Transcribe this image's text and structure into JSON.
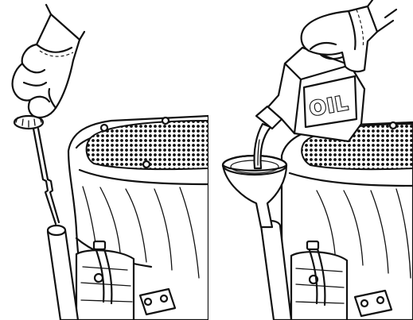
{
  "panels": [
    {
      "id": "left",
      "step": "check-dipstick"
    },
    {
      "id": "right",
      "step": "pour-oil"
    }
  ],
  "container": {
    "label": "OIL"
  },
  "icons": [
    "glove-hand-icon",
    "dipstick-icon",
    "oil-bottle-icon",
    "funnel-icon",
    "engine-grille-icon",
    "fill-tube-icon"
  ]
}
